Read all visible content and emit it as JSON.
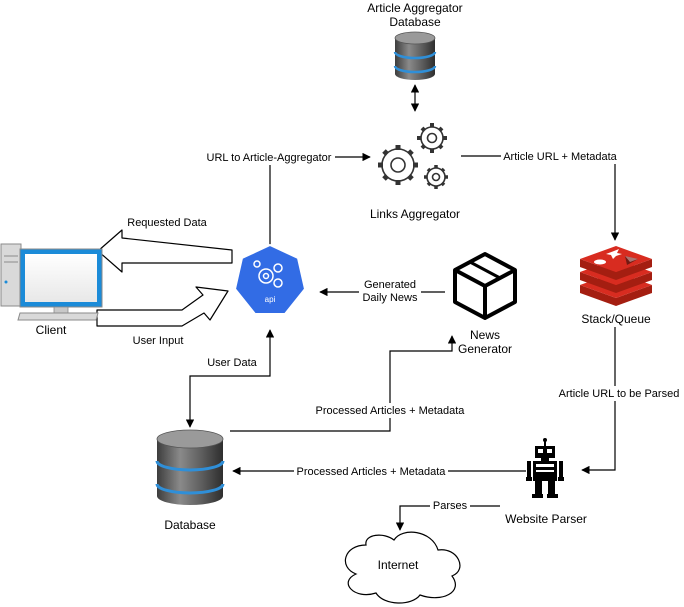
{
  "nodes": {
    "article_db": {
      "label_line1": "Article Aggregator",
      "label_line2": "Database"
    },
    "links_aggregator": {
      "label": "Links Aggregator"
    },
    "client": {
      "label": "Client"
    },
    "api": {
      "label": "api"
    },
    "stack_queue": {
      "label": "Stack/Queue"
    },
    "news_generator": {
      "label_line1": "News",
      "label_line2": "Generator"
    },
    "database": {
      "label": "Database"
    },
    "website_parser": {
      "label": "Website Parser"
    },
    "internet": {
      "label": "Internet"
    }
  },
  "edges": {
    "url_to_aggregator": "URL to Article-Aggregator",
    "article_url_metadata": "Article URL + Metadata",
    "requested_data": "Requested Data",
    "user_input": "User Input",
    "generated_line1": "Generated",
    "generated_line2": "Daily News",
    "user_data": "User Data",
    "processed_to_generator": "Processed Articles + Metadata",
    "article_url_to_parse": "Article URL to be Parsed",
    "processed_to_db": "Processed Articles + Metadata",
    "parses": "Parses"
  },
  "colors": {
    "api_blue": "#326CE5",
    "redis_red": "#D82C20",
    "db_gray": "#5A5A5A",
    "db_blue": "#2F8FD8",
    "client_blue": "#1B8BD8"
  }
}
